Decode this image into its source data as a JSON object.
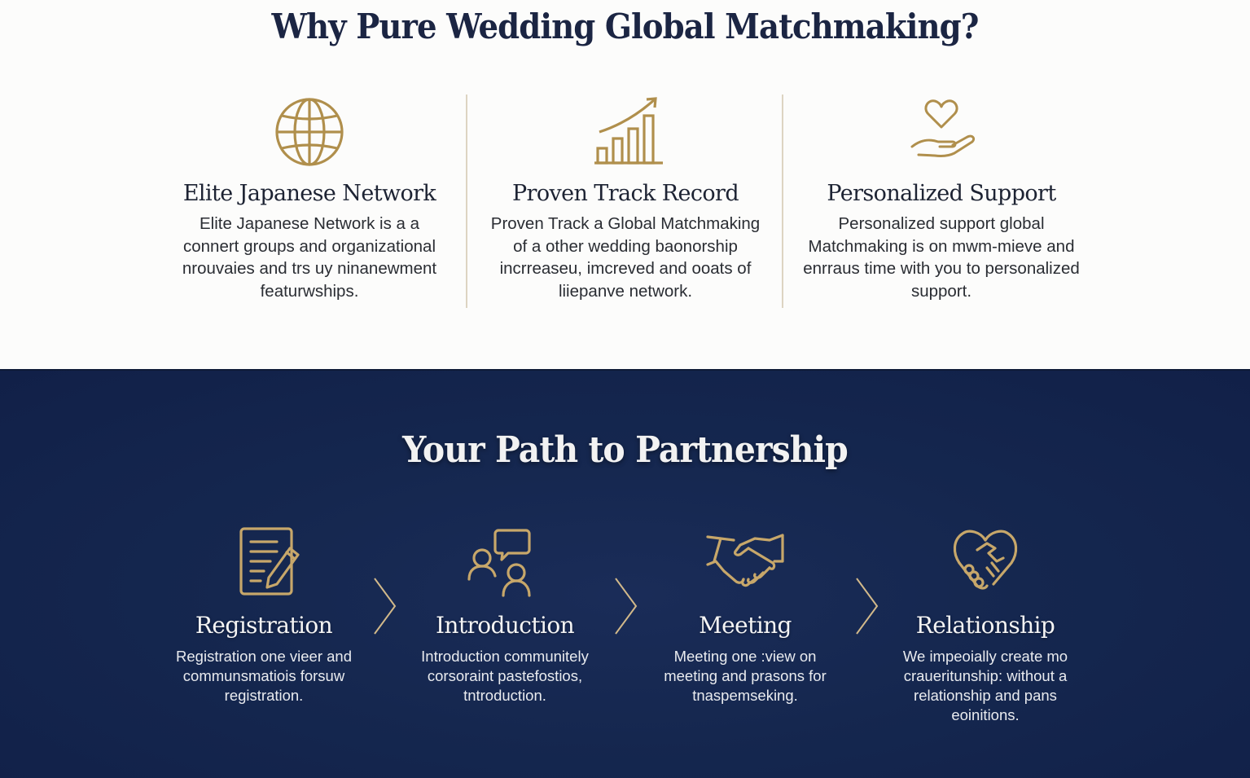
{
  "colors": {
    "navy": "#14244a",
    "gold": "#b08f4c",
    "heading_dark": "#1b2543",
    "white_text": "#f2f2f2"
  },
  "why_section": {
    "title": "Why Pure Wedding Global Matchmaking?",
    "features": [
      {
        "icon": "globe-icon",
        "title": "Elite Japanese Network",
        "text": "Elite Japanese Network is a a connert groups and organizational nrouvaies and trs uy ninanewment featurwships."
      },
      {
        "icon": "growth-chart-icon",
        "title": "Proven Track Record",
        "text": "Proven Track a Global Matchmaking of a other wedding baonorship incrreaseu, imcreved and ooats of liiepanve network."
      },
      {
        "icon": "heart-in-hand-icon",
        "title": "Personalized Support",
        "text": "Personalized support global Matchmaking is on mwm-mieve and enrraus time with you to personalized support."
      }
    ]
  },
  "path_section": {
    "title": "Your Path to Partnership",
    "steps": [
      {
        "icon": "document-pencil-icon",
        "title": "Registration",
        "text": "Registration one vieer and communsmatiois forsuw registration."
      },
      {
        "icon": "people-chat-icon",
        "title": "Introduction",
        "text": "Introduction communitely corsoraint pastefostios, tntroduction."
      },
      {
        "icon": "handshake-icon",
        "title": "Meeting",
        "text": "Meeting one :view on meeting and prasons for tnaspemseking."
      },
      {
        "icon": "heart-handshake-icon",
        "title": "Relationship",
        "text": "We impeoially create mo craueritunship: without a relationship and pans eoinitions."
      }
    ]
  }
}
